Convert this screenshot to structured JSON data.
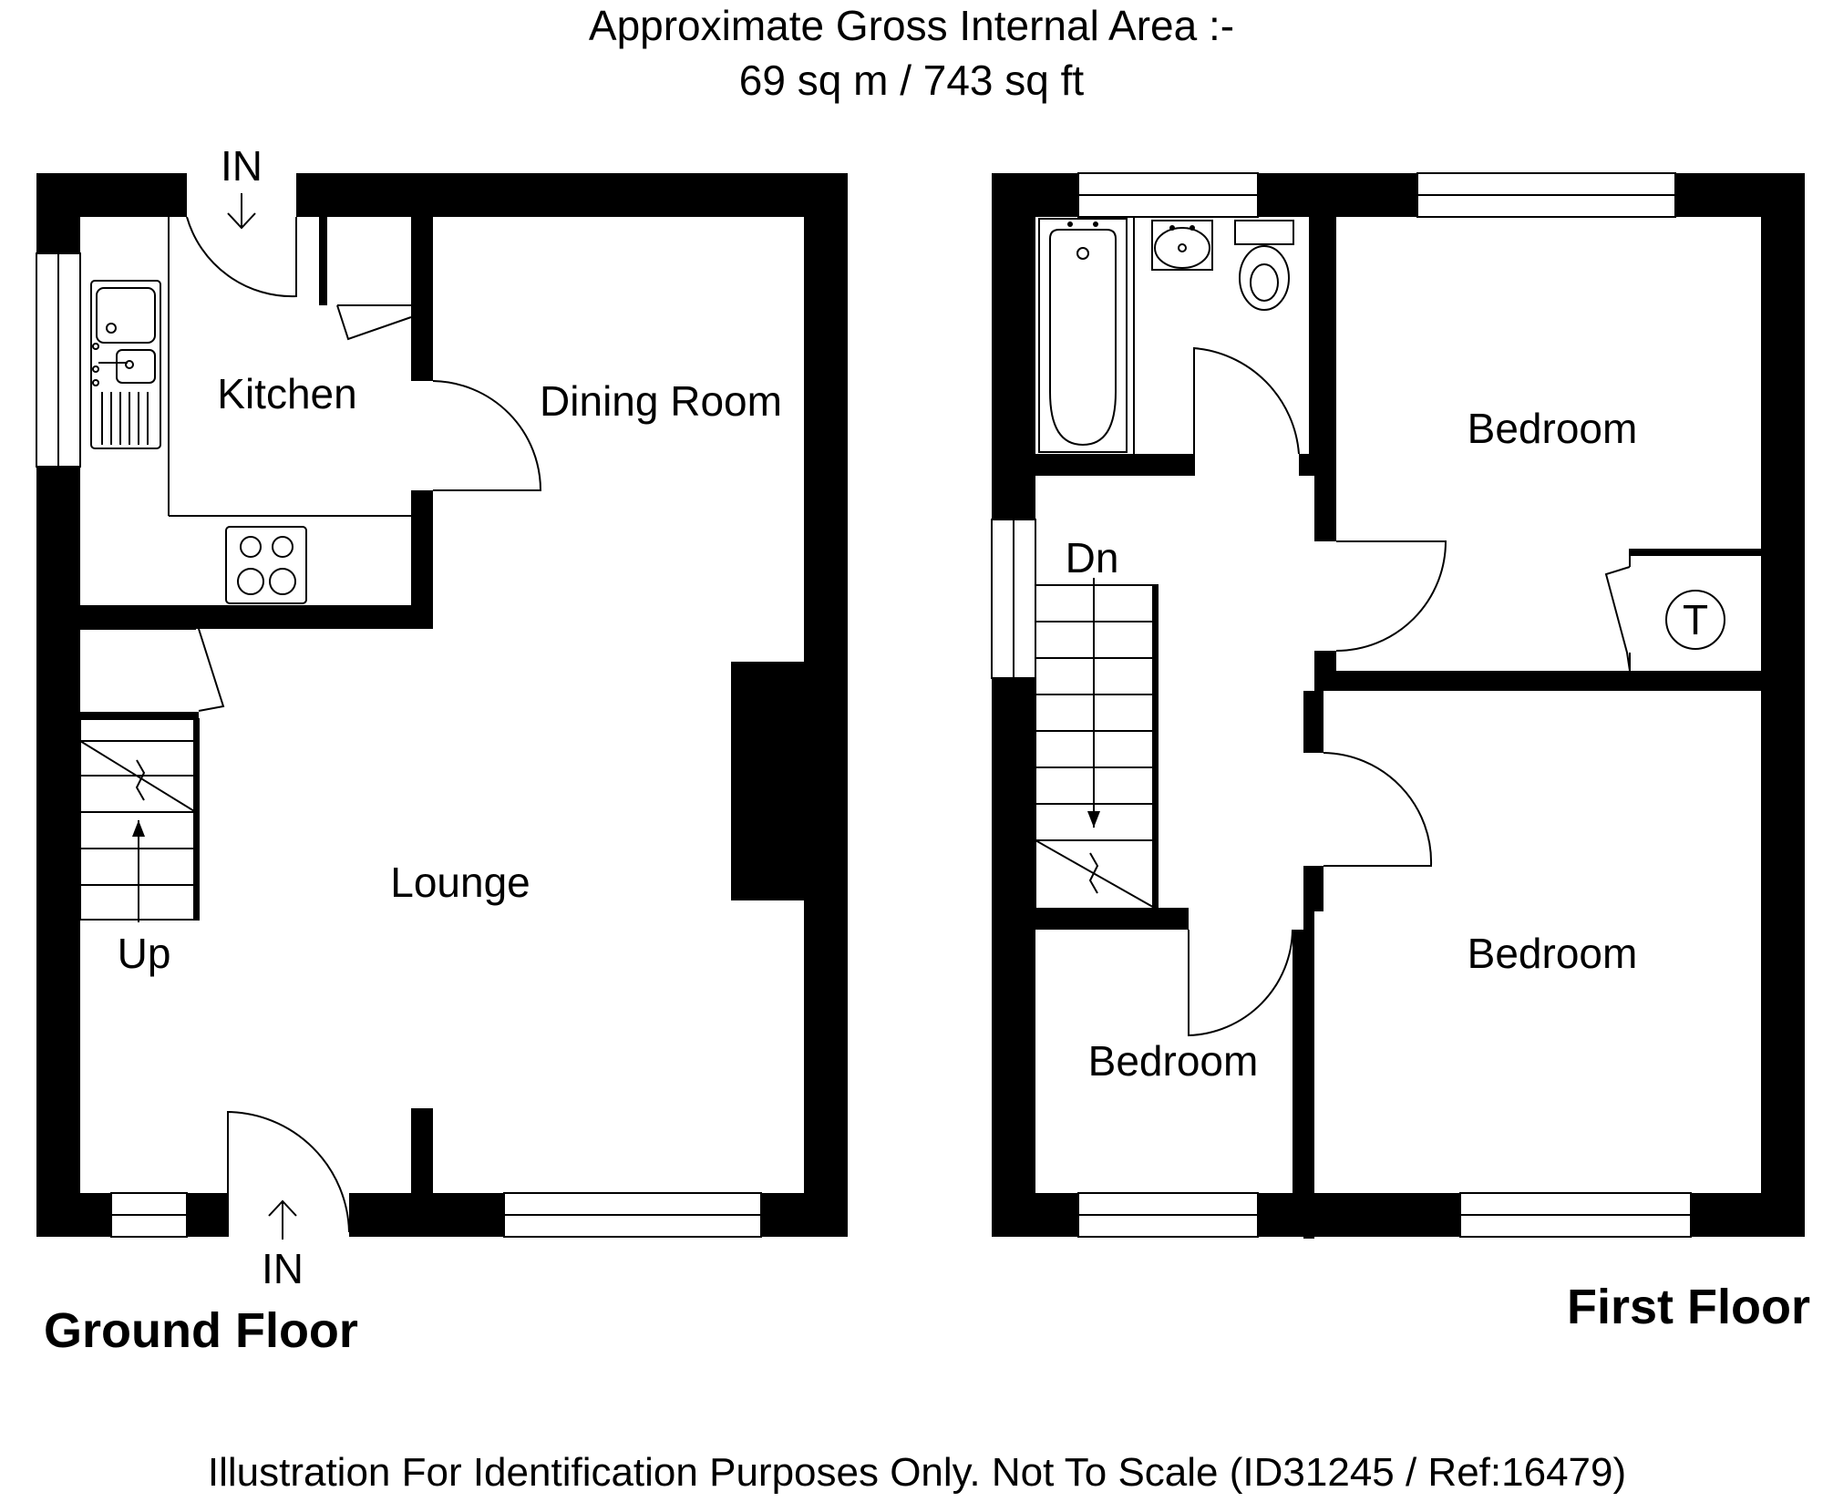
{
  "header": {
    "line1": "Approximate Gross Internal Area :-",
    "line2": "69 sq m / 743 sq ft"
  },
  "ground_floor": {
    "title": "Ground Floor",
    "rooms": {
      "kitchen": "Kitchen",
      "dining_room": "Dining Room",
      "lounge": "Lounge"
    },
    "stairs_label": "Up",
    "entrance_top": "IN",
    "entrance_bottom": "IN"
  },
  "first_floor": {
    "title": "First Floor",
    "rooms": {
      "bedroom_right_top": "Bedroom",
      "bedroom_right_bottom": "Bedroom",
      "bedroom_left_bottom": "Bedroom"
    },
    "stairs_label": "Dn",
    "tank_label": "T"
  },
  "footer": {
    "disclaimer": "Illustration For Identification Purposes Only. Not To Scale (ID31245 / Ref:16479)"
  }
}
